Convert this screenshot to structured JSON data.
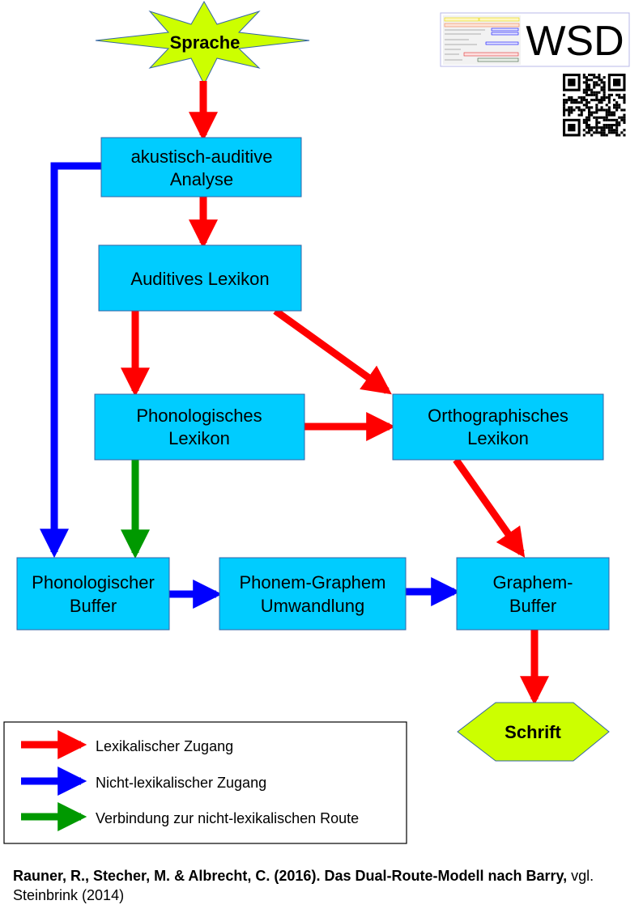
{
  "title_node": {
    "label": "Sprache"
  },
  "output_node": {
    "label": "Schrift"
  },
  "boxes": {
    "analyse": {
      "line1": "akustisch-auditive",
      "line2": "Analyse"
    },
    "auditives_lexikon": {
      "line1": "Auditives Lexikon"
    },
    "phonologisches_lexikon": {
      "line1": "Phonologisches",
      "line2": "Lexikon"
    },
    "orthographisches_lexikon": {
      "line1": "Orthographisches",
      "line2": "Lexikon"
    },
    "phonologischer_buffer": {
      "line1": "Phonologischer",
      "line2": "Buffer"
    },
    "phonem_graphem": {
      "line1": "Phonem-Graphem",
      "line2": "Umwandlung"
    },
    "graphem_buffer": {
      "line1": "Graphem-",
      "line2": "Buffer"
    }
  },
  "legend": {
    "items": [
      {
        "label": "Lexikalischer Zugang",
        "color": "#ff0000"
      },
      {
        "label": "Nicht-lexikalischer Zugang",
        "color": "#0000ff"
      },
      {
        "label": "Verbindung zur nicht-lexikalischen Route",
        "color": "#009900"
      }
    ]
  },
  "logo": {
    "text": "WSD"
  },
  "citation": {
    "bold": "Rauner, R., Stecher, M. & Albrecht, C. (2016). Das Dual-Route-Modell nach Barry,",
    "normal": " vgl. Steinbrink (2014)"
  },
  "colors": {
    "box_fill": "#00ccff",
    "box_stroke": "#3465a4",
    "burst_fill": "#ccff00",
    "lexical": "#ff0000",
    "nonlexical": "#0000ff",
    "connection": "#009900"
  }
}
